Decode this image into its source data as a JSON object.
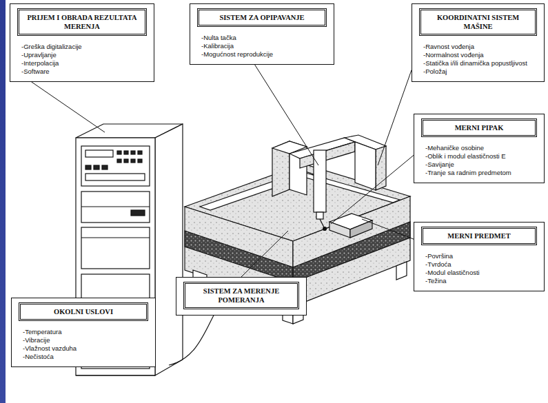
{
  "diagram": {
    "nodes": [
      {
        "text": [
          "PRIJEM I OBRADA REZULTATA MERENJA",
          "-Greška digitalizacije",
          "-Upravljanje",
          "-Interpolacija",
          "-Software"
        ]
      },
      {
        "text": [
          "SISTEM ZA OPIPAVANJE",
          "-Nulta tačka",
          "-Kalibracija",
          "-Mogućnost reprodukcije"
        ]
      },
      {
        "text": [
          "KOORDINATNI SISTEM MAŠINE",
          "-Ravnost vođenja",
          "-Normalnost vođenja",
          "-Statička i/ili dinamička popustljivost",
          "-Položaj"
        ]
      },
      {
        "text": [
          "MERNI PIPAK",
          "-Mehaničke osobine",
          "-Oblik i modul elastičnosti E",
          "-Savijanje",
          "-Tranje sa radnim predmetom"
        ]
      },
      {
        "text": [
          "MERNI PREDMET",
          "-Površina",
          "-Tvrdoća",
          "-Modul elastičnosti",
          "-Težina"
        ]
      },
      {
        "text": [
          "SISTEM ZA MERENJE POMERANJA"
        ]
      },
      {
        "text": [
          "OKOLNI USLOVI",
          "-Temperatura",
          "-Vibracije",
          "-Vlažnost vazduha",
          "-Nečistoća"
        ]
      }
    ]
  }
}
